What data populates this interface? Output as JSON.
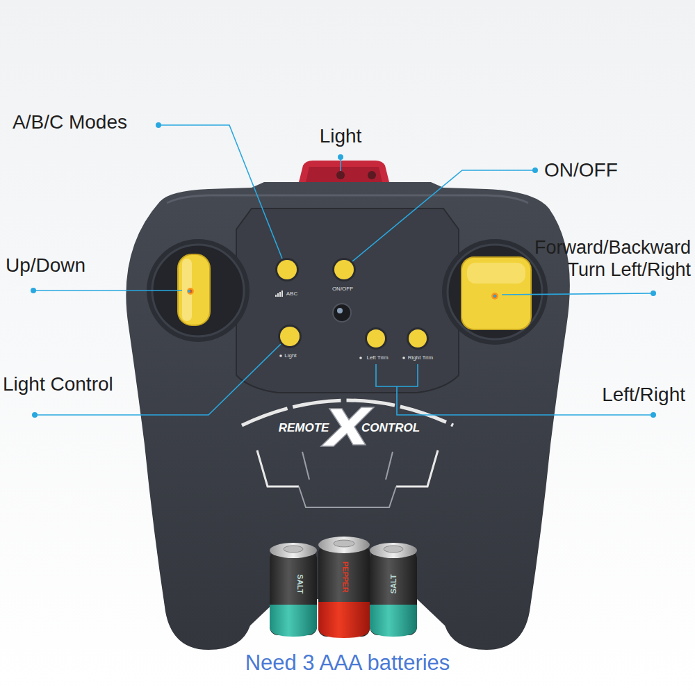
{
  "diagram": {
    "caption": "Need 3 AAA batteries",
    "labels": [
      "A/B/C Modes",
      "Light",
      "ON/OFF",
      "Up/Down",
      "Forward/Backward Turn Left/Right",
      "Light Control",
      "Left/Right",
      "ABC",
      "ON/OFF",
      "Light",
      "Left Trim",
      "Right Trim",
      "REMOTE",
      "CONTROL",
      "SALT",
      "PEPPER",
      "SALT"
    ]
  }
}
